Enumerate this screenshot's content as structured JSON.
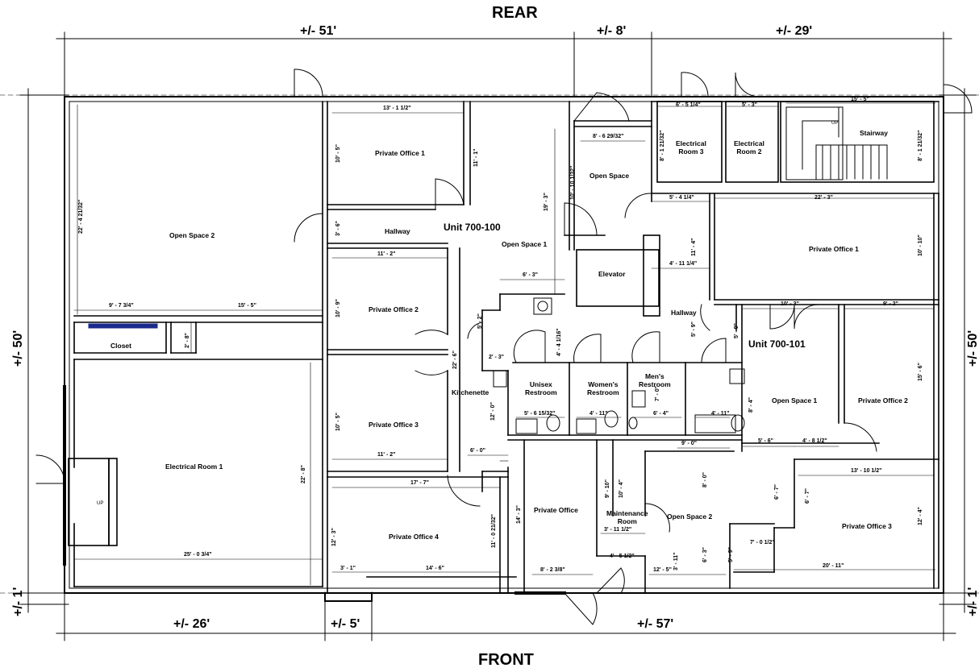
{
  "headings": {
    "rear": "REAR",
    "front": "FRONT"
  },
  "outer_dims": {
    "top_a": "+/- 51'",
    "top_b": "+/- 8'",
    "top_c": "+/- 29'",
    "bottom_a": "+/- 26'",
    "bottom_b": "+/- 5'",
    "bottom_c": "+/- 57'",
    "left_a": "+/- 50'",
    "left_b": "+/- 1'",
    "right_a": "+/- 50'",
    "right_b": "+/- 1'"
  },
  "units": {
    "u100": "Unit 700-100",
    "u101": "Unit 700-101"
  },
  "rooms": {
    "open_space_2_left": "Open Space 2",
    "closet": "Closet",
    "electrical_room_1": "Electrical Room 1",
    "up_left": "UP",
    "private_office_1_left": "Private Office 1",
    "hallway_left": "Hallway",
    "open_space_1_left": "Open Space 1",
    "private_office_2_left": "Private Office 2",
    "private_office_3_left": "Private Office 3",
    "private_office_4_left": "Private Office 4",
    "kitchenette": "Kitchenette",
    "open_space_top": "Open Space",
    "elevator": "Elevator",
    "unisex_restroom": "Unisex\nRestroom",
    "womens_restroom": "Women's\nRestroom",
    "mens_restroom": "Men's\nRestroom",
    "private_office_mid": "Private Office",
    "maintenance_room": "Maintenance\nRoom",
    "open_space_2_right": "Open Space 2",
    "electrical_room_3": "Electrical\nRoom 3",
    "electrical_room_2": "Electrical\nRoom 2",
    "stairway": "Stairway",
    "up_stair": "UP",
    "private_office_1_right": "Private Office 1",
    "hallway_right": "Hallway",
    "open_space_1_right": "Open Space 1",
    "private_office_2_right": "Private Office 2",
    "private_office_3_right": "Private Office 3"
  },
  "dims": {
    "d_22_4": "22' - 4 21/32\"",
    "d_9_7": "9' - 7 3/4\"",
    "d_15_5a": "15' - 5\"",
    "d_2_8": "2' - 8\"",
    "d_25_0": "25' - 0 3/4\"",
    "d_22_8": "22' - 8\"",
    "d_13_1": "13' - 1 1/2\"",
    "d_10_5a": "10' - 5\"",
    "d_11_1": "11' - 1\"",
    "d_3_6": "3' - 6\"",
    "d_11_2a": "11' - 2\"",
    "d_10_9": "10' - 9\"",
    "d_10_5b": "10' - 5\"",
    "d_11_2b": "11' - 2\"",
    "d_17_7": "17' - 7\"",
    "d_12_3": "12' - 3\"",
    "d_3_1": "3' - 1\"",
    "d_14_6": "14' - 6\"",
    "d_8_6": "8' - 6 29/32\"",
    "d_10_10": "10' - 10 1/32\"",
    "d_19_3": "19' - 3\"",
    "d_6_3": "6' - 3\"",
    "d_5_2": "5' - 2\"",
    "d_4_4": "4' - 4 1/16\"",
    "d_2_3": "2' - 3\"",
    "d_22_6": "22' - 6\"",
    "d_12_0": "12' - 0\"",
    "d_6_0": "6' - 0\"",
    "d_5_6": "5' - 6 15/32\"",
    "d_4_11a": "4' - 11\"",
    "d_6_4": "6' - 4\"",
    "d_7_0": "7' - 0\"",
    "d_4_11b": "4' - 11\"",
    "d_14_3": "14' - 3\"",
    "d_11_0": "11' - 0 21/32\"",
    "d_8_2": "8' - 2 3/8\"",
    "d_9_10": "9' - 10\"",
    "d_10_4": "10' - 4\"",
    "d_3_11a": "3' - 11 1/2\"",
    "d_4_5": "4' - 5 1/2\"",
    "d_3_11b": "3' - 11\"",
    "d_12_5": "12' - 5\"",
    "d_6_3b": "6' - 3\"",
    "d_8_0": "8' - 0\"",
    "d_9_0": "9' - 0\"",
    "d_6_5": "6' - 5 1/4\"",
    "d_5_3": "5' - 3\"",
    "d_15_5b": "15' - 5\"",
    "d_8_1a": "8' - 1 21/32\"",
    "d_8_1b": "8' - 1 21/32\"",
    "d_5_4": "5' - 4 1/4\"",
    "d_22_3": "22' - 3\"",
    "d_10_10b": "10' - 10\"",
    "d_11_4": "11' - 4\"",
    "d_4_11c": "4' - 11 1/4\"",
    "d_5_9a": "5' - 9\"",
    "d_5_9b": "5' - 9\"",
    "d_10_3": "10' - 3\"",
    "d_9_2": "9' - 2\"",
    "d_15_6": "15' - 6\"",
    "d_8_4": "8' - 4\"",
    "d_5_6b": "5' - 6\"",
    "d_4_8": "4' - 8 1/2\"",
    "d_13_10": "13' - 10 1/2\"",
    "d_6_7a": "6' - 7\"",
    "d_6_7b": "6' - 7\"",
    "d_12_4": "12' - 4\"",
    "d_0_1": "7' - 0 1/2\"",
    "d_5_9c": "5' - 9\"",
    "d_20_11": "20' - 11\""
  }
}
